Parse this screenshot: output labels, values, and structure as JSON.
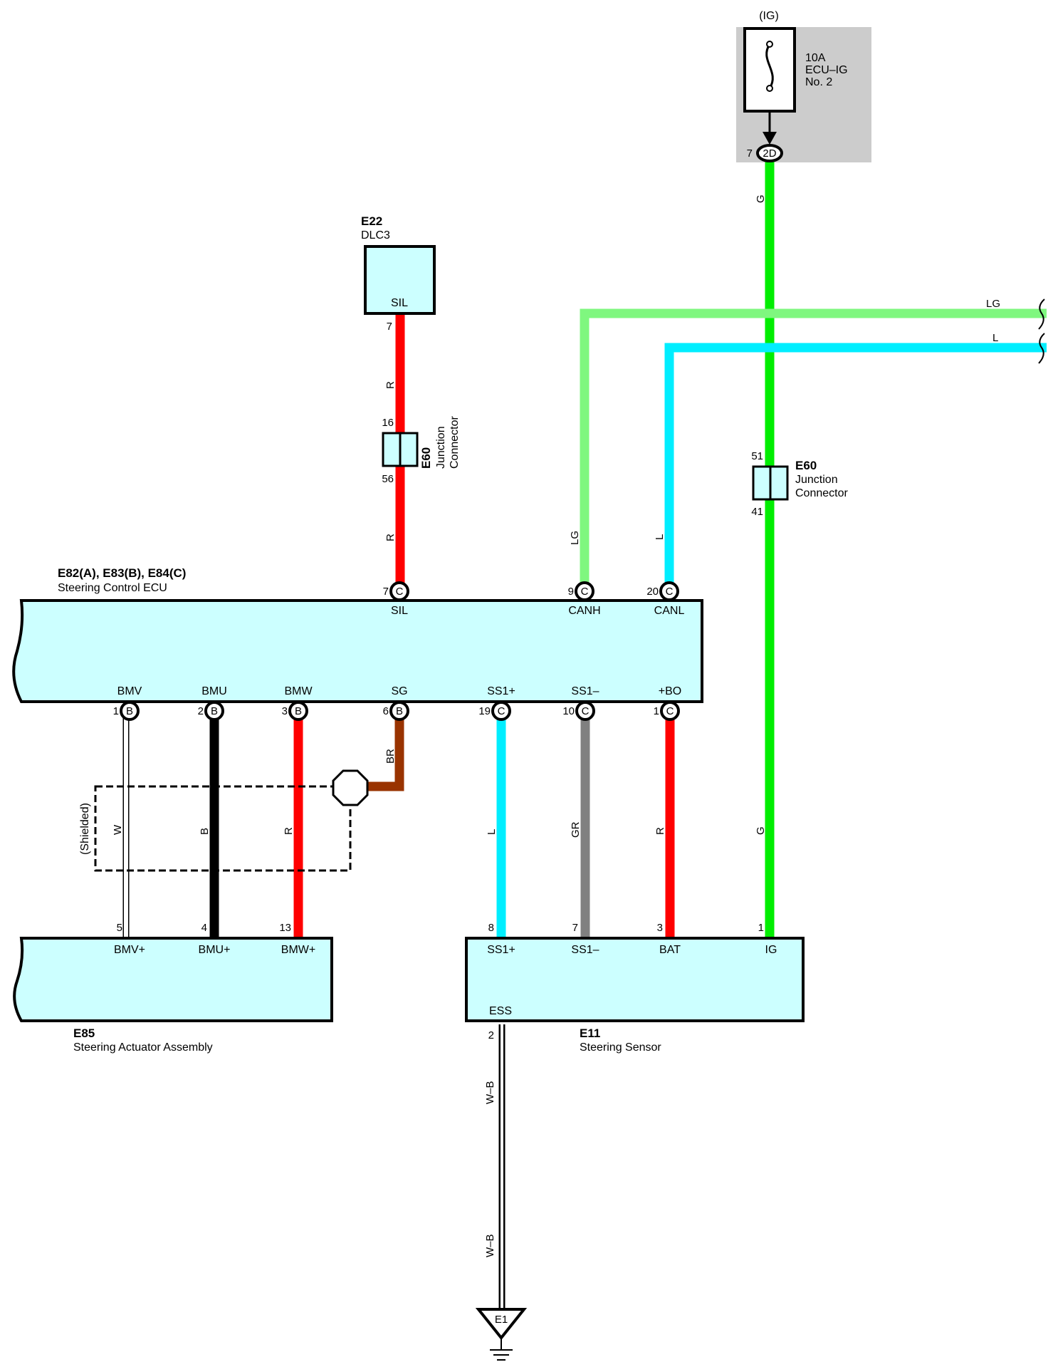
{
  "fuse": {
    "supply": "(IG)",
    "rating": "10A",
    "name": "ECU–IG",
    "number": "No. 2",
    "pin": "7",
    "connector": "2D"
  },
  "dlc3": {
    "code": "E22",
    "name": "DLC3",
    "terminal": "SIL",
    "pin": "7"
  },
  "jc_left": {
    "code": "E60",
    "name1": "Junction",
    "name2": "Connector",
    "pin_top": "16",
    "pin_bottom": "56"
  },
  "jc_right": {
    "code": "E60",
    "name1": "Junction",
    "name2": "Connector",
    "pin_top": "51",
    "pin_bottom": "41"
  },
  "ecu": {
    "code": "E82(A), E83(B), E84(C)",
    "name": "Steering Control ECU",
    "top_terminals": [
      {
        "pin": "7",
        "conn": "C",
        "name": "SIL"
      },
      {
        "pin": "9",
        "conn": "C",
        "name": "CANH"
      },
      {
        "pin": "20",
        "conn": "C",
        "name": "CANL"
      }
    ],
    "bottom_terminals": [
      {
        "pin": "1",
        "conn": "B",
        "name": "BMV"
      },
      {
        "pin": "2",
        "conn": "B",
        "name": "BMU"
      },
      {
        "pin": "3",
        "conn": "B",
        "name": "BMW"
      },
      {
        "pin": "6",
        "conn": "B",
        "name": "SG"
      },
      {
        "pin": "19",
        "conn": "C",
        "name": "SS1+"
      },
      {
        "pin": "10",
        "conn": "C",
        "name": "SS1–"
      },
      {
        "pin": "1",
        "conn": "C",
        "name": "+BO"
      }
    ]
  },
  "actuator": {
    "code": "E85",
    "name": "Steering Actuator Assembly",
    "terminals": [
      {
        "pin": "5",
        "name": "BMV+"
      },
      {
        "pin": "4",
        "name": "BMU+"
      },
      {
        "pin": "13",
        "name": "BMW+"
      }
    ]
  },
  "sensor": {
    "code": "E11",
    "name": "Steering Sensor",
    "terminals": [
      {
        "pin": "8",
        "name": "SS1+"
      },
      {
        "pin": "7",
        "name": "SS1–"
      },
      {
        "pin": "3",
        "name": "BAT"
      },
      {
        "pin": "1",
        "name": "IG"
      }
    ],
    "ground_terminal": "ESS",
    "ground_pin": "2"
  },
  "ground": {
    "label": "E1"
  },
  "shield_label": "(Shielded)",
  "wires": {
    "sil_top": "R",
    "sil_bottom": "R",
    "canh": "LG",
    "canl": "L",
    "canh_right": "LG",
    "canl_right": "L",
    "ig_top": "G",
    "ig_bottom": "G",
    "bmv": "W",
    "bmu": "B",
    "bmw": "R",
    "sg": "BR",
    "ss1p": "L",
    "ss1m": "GR",
    "bo": "R",
    "gnd1": "W–B",
    "gnd2": "W–B"
  },
  "colors": {
    "red": "#ff0000",
    "green": "#00ee00",
    "light_green": "#7ff77f",
    "blue": "#00eeff",
    "black": "#000000",
    "gray": "#808080",
    "brown": "#993300",
    "box_fill": "#ccffff",
    "fuse_area": "#cccccc"
  }
}
